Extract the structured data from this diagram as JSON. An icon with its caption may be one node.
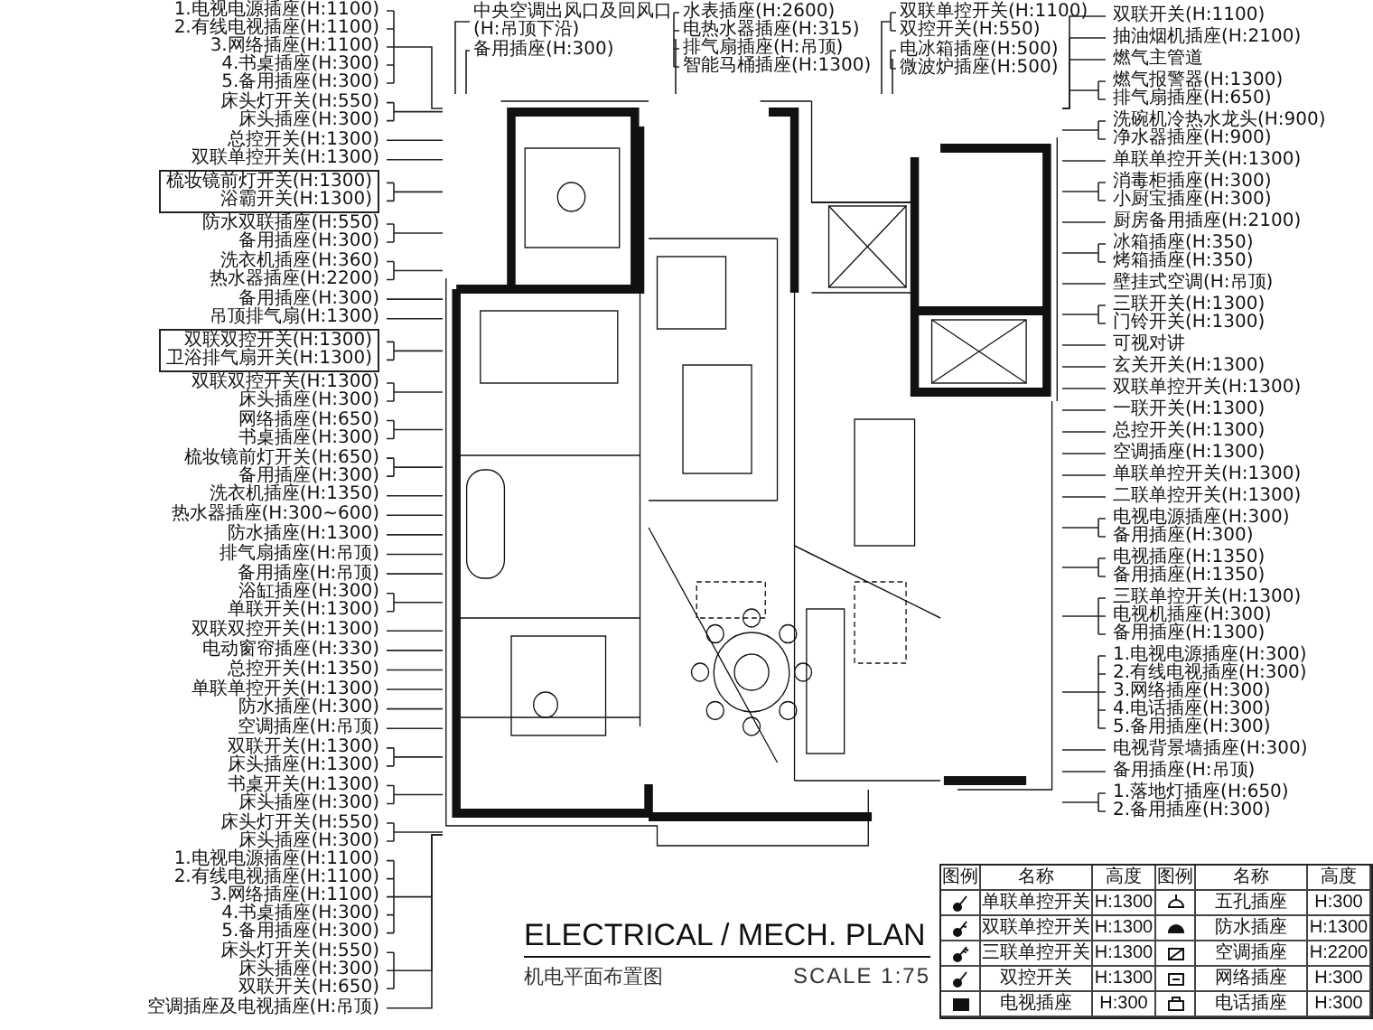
{
  "diagram": {
    "title": "ELECTRICAL / MECH. PLAN",
    "nodes": [
      {
        "text": [],
        "shape": "picture"
      },
      {
        "text": [
          "中央空调出风口及回风口(H:吊顶下沿)"
        ]
      },
      {
        "text": [
          "备用插座(H:300)"
        ]
      },
      {
        "text": [
          "水表插座(H:2600)",
          "电热水器插座(H:315)",
          "排气扇插座(H:吊顶)",
          "智能马桶插座(H:1300)"
        ]
      },
      {
        "text": [
          "双联单控开关(H:1100)",
          "双控开关(H:550)"
        ]
      },
      {
        "text": [
          "电冰箱插座(H:500)",
          "微波炉插座(H:500)"
        ]
      },
      {
        "text": [
          "1.电视电源插座(H:1100)",
          "2.有线电视插座(H:1100)",
          "3.网络插座(H:1100)",
          "4.书桌插座(H:300)",
          "5.备用插座(H:300)"
        ]
      },
      {
        "text": [
          "床头灯开关(H:550)",
          "床头插座(H:300)"
        ]
      },
      {
        "text": [
          "总控开关(H:1300)"
        ]
      },
      {
        "text": [
          "双联单控开关(H:1300)"
        ]
      },
      {
        "text": [
          "梳妆镜前灯开关(H:1300)",
          "浴霸开关(H:1300)"
        ]
      },
      {
        "text": [
          "防水双联插座(H:550)",
          "备用插座(H:300)"
        ]
      },
      {
        "text": [
          "洗衣机插座(H:360)",
          "热水器插座(H:2200)"
        ]
      },
      {
        "text": [
          "备用插座(H:300)"
        ]
      },
      {
        "text": [
          "吊顶排气扇(H:1300)"
        ]
      },
      {
        "text": [
          "双联双控开关(H:1300)",
          "卫浴排气扇开关(H:1300)"
        ]
      },
      {
        "text": [
          "双联双控开关(H:1300)",
          "床头插座(H:300)"
        ]
      },
      {
        "text": [
          "网络插座(H:650)",
          "书桌插座(H:300)"
        ]
      },
      {
        "text": [
          "梳妆镜前灯开关(H:650)",
          "备用插座(H:300)"
        ]
      },
      {
        "text": [
          "洗衣机插座(H:1350)"
        ]
      },
      {
        "text": [
          "热水器插座(H:300~600)"
        ]
      },
      {
        "text": [
          "防水插座(H:1300)"
        ]
      },
      {
        "text": [
          "排气扇插座(H:吊顶)"
        ]
      },
      {
        "text": [
          "备用插座(H:吊顶)"
        ]
      },
      {
        "text": [
          "浴缸插座(H:300)",
          "单联开关(H:1300)"
        ]
      },
      {
        "text": [
          "双联双控开关(H:1300)"
        ]
      },
      {
        "text": [
          "电动窗帘插座(H:330)"
        ]
      },
      {
        "text": [
          "总控开关(H:1350)"
        ]
      },
      {
        "text": [
          "单联单控开关(H:1300)"
        ]
      },
      {
        "text": [
          "防水插座(H:300)"
        ]
      },
      {
        "text": [
          "空调插座(H:吊顶)"
        ]
      },
      {
        "text": [
          "双联开关(H:1300)",
          "床头插座(H:1300)"
        ]
      },
      {
        "text": [
          "书桌开关(H:1300)",
          "床头插座(H:300)"
        ]
      },
      {
        "text": [
          "床头灯开关(H:550)",
          "床头插座(H:300)"
        ]
      },
      {
        "text": [
          "1.电视电源插座(H:1100)",
          "2.有线电视插座(H:1100)",
          "3.网络插座(H:1100)",
          "4.书桌插座(H:300)",
          "5.备用插座(H:300)"
        ]
      },
      {
        "text": [
          "床头灯开关(H:550)",
          "床头插座(H:300)",
          "双联开关(H:650)"
        ]
      },
      {
        "text": [
          "空调插座及电视插座(H:吊顶)"
        ]
      },
      {
        "text": [
          "双联开关(H:1100)"
        ]
      },
      {
        "text": [
          "抽油烟机插座(H:2100)"
        ]
      },
      {
        "text": [
          "燃气主管道"
        ]
      },
      {
        "text": [
          "燃气报警器(H:1300)",
          "排气扇插座(H:650)"
        ]
      },
      {
        "text": [
          "洗碗机冷热水龙头(H:900)",
          "净水器插座(H:900)"
        ]
      },
      {
        "text": [
          "单联单控开关(H:1300)"
        ]
      },
      {
        "text": [
          "消毒柜插座(H:300)",
          "小厨宝插座(H:300)"
        ]
      },
      {
        "text": [
          "厨房备用插座(H:2100)"
        ]
      },
      {
        "text": [
          "冰箱插座(H:350)",
          "烤箱插座(H:350)"
        ]
      },
      {
        "text": [
          "壁挂式空调(H:吊顶)"
        ]
      },
      {
        "text": [
          "三联开关(H:1300)",
          "门铃开关(H:1300)"
        ]
      },
      {
        "text": [
          "可视对讲"
        ]
      },
      {
        "text": [
          "玄关开关(H:1300)"
        ]
      },
      {
        "text": [
          "双联单控开关(H:1300)"
        ]
      },
      {
        "text": [
          "一联开关(H:1300)"
        ]
      },
      {
        "text": [
          "总控开关(H:1300)"
        ]
      },
      {
        "text": [
          "空调插座(H:1300)"
        ]
      },
      {
        "text": [
          "单联单控开关(H:1300)"
        ]
      },
      {
        "text": [
          "二联单控开关(H:1300)"
        ]
      },
      {
        "text": [
          "电视电源插座(H:300)",
          "备用插座(H:300)"
        ]
      },
      {
        "text": [
          "电视插座(H:1350)",
          "备用插座(H:1350)"
        ]
      },
      {
        "text": [
          "三联单控开关(H:1300)",
          "电视机插座(H:300)",
          "备用插座(H:1300)"
        ]
      },
      {
        "text": [
          "1.电视电源插座(H:300)",
          "2.有线电视插座(H:300)",
          "3.网络插座(H:300)",
          "4.电话插座(H:300)",
          "5.备用插座(H:300)"
        ]
      },
      {
        "text": [
          "电视背景墙插座(H:300)"
        ]
      },
      {
        "text": [
          "备用插座(H:吊顶)"
        ]
      },
      {
        "text": [
          "1.落地灯插座(H:650)",
          "2.备用插座(H:300)"
        ]
      }
    ],
    "edges": [
      {
        "from": 1,
        "to": 0,
        "arrow": "none"
      },
      {
        "from": 2,
        "to": 0,
        "arrow": "none"
      },
      {
        "from": 3,
        "to": 0,
        "arrow": "none"
      },
      {
        "from": 4,
        "to": 0,
        "arrow": "none"
      },
      {
        "from": 5,
        "to": 0,
        "arrow": "none"
      },
      {
        "from": 6,
        "to": 0,
        "arrow": "none"
      },
      {
        "from": 7,
        "to": 0,
        "arrow": "none"
      },
      {
        "from": 8,
        "to": 0,
        "arrow": "none"
      },
      {
        "from": 9,
        "to": 0,
        "arrow": "none"
      },
      {
        "from": 10,
        "to": 0,
        "arrow": "none"
      },
      {
        "from": 11,
        "to": 0,
        "arrow": "none"
      },
      {
        "from": 12,
        "to": 0,
        "arrow": "none"
      },
      {
        "from": 13,
        "to": 0,
        "arrow": "none"
      },
      {
        "from": 14,
        "to": 0,
        "arrow": "none"
      },
      {
        "from": 15,
        "to": 0,
        "arrow": "none"
      },
      {
        "from": 16,
        "to": 0,
        "arrow": "none"
      },
      {
        "from": 17,
        "to": 0,
        "arrow": "none"
      },
      {
        "from": 18,
        "to": 0,
        "arrow": "none"
      },
      {
        "from": 19,
        "to": 0,
        "arrow": "none"
      },
      {
        "from": 20,
        "to": 0,
        "arrow": "none"
      },
      {
        "from": 21,
        "to": 0,
        "arrow": "none"
      },
      {
        "from": 22,
        "to": 0,
        "arrow": "none"
      },
      {
        "from": 23,
        "to": 0,
        "arrow": "none"
      },
      {
        "from": 24,
        "to": 0,
        "arrow": "none"
      },
      {
        "from": 25,
        "to": 0,
        "arrow": "none"
      },
      {
        "from": 26,
        "to": 0,
        "arrow": "none"
      },
      {
        "from": 27,
        "to": 0,
        "arrow": "none"
      },
      {
        "from": 28,
        "to": 0,
        "arrow": "none"
      },
      {
        "from": 29,
        "to": 0,
        "arrow": "none"
      },
      {
        "from": 30,
        "to": 0,
        "arrow": "none"
      },
      {
        "from": 31,
        "to": 0,
        "arrow": "none"
      },
      {
        "from": 32,
        "to": 0,
        "arrow": "none"
      },
      {
        "from": 33,
        "to": 0,
        "arrow": "none"
      },
      {
        "from": 34,
        "to": 0,
        "arrow": "none"
      },
      {
        "from": 35,
        "to": 0,
        "arrow": "none"
      },
      {
        "from": 36,
        "to": 0,
        "arrow": "none"
      },
      {
        "from": 37,
        "to": 0,
        "arrow": "none"
      },
      {
        "from": 38,
        "to": 0,
        "arrow": "none"
      },
      {
        "from": 39,
        "to": 0,
        "arrow": "none"
      },
      {
        "from": 40,
        "to": 0,
        "arrow": "none"
      },
      {
        "from": 41,
        "to": 0,
        "arrow": "none"
      },
      {
        "from": 42,
        "to": 0,
        "arrow": "none"
      },
      {
        "from": 43,
        "to": 0,
        "arrow": "none"
      },
      {
        "from": 44,
        "to": 0,
        "arrow": "none"
      },
      {
        "from": 45,
        "to": 0,
        "arrow": "none"
      },
      {
        "from": 46,
        "to": 0,
        "arrow": "none"
      },
      {
        "from": 47,
        "to": 0,
        "arrow": "none"
      },
      {
        "from": 48,
        "to": 0,
        "arrow": "none"
      },
      {
        "from": 49,
        "to": 0,
        "arrow": "none"
      },
      {
        "from": 50,
        "to": 0,
        "arrow": "none"
      },
      {
        "from": 51,
        "to": 0,
        "arrow": "none"
      },
      {
        "from": 52,
        "to": 0,
        "arrow": "none"
      },
      {
        "from": 53,
        "to": 0,
        "arrow": "none"
      },
      {
        "from": 54,
        "to": 0,
        "arrow": "none"
      },
      {
        "from": 55,
        "to": 0,
        "arrow": "none"
      },
      {
        "from": 56,
        "to": 0,
        "arrow": "none"
      },
      {
        "from": 57,
        "to": 0,
        "arrow": "none"
      },
      {
        "from": 58,
        "to": 0,
        "arrow": "none"
      },
      {
        "from": 59,
        "to": 0,
        "arrow": "none"
      },
      {
        "from": 60,
        "to": 0,
        "arrow": "none"
      },
      {
        "from": 61,
        "to": 0,
        "arrow": "none"
      },
      {
        "from": 62,
        "to": 0,
        "arrow": "none"
      }
    ],
    "labels": [
      "机电平面布置图",
      "SCALE 1:75",
      "图例",
      "名称",
      "高度",
      "图例",
      "名称",
      "高度",
      "单联单控开关",
      "H:1300",
      "五孔插座",
      "H:300",
      "双联单控开关",
      "H:1300",
      "防水插座",
      "H:1300",
      "三联单控开关",
      "H:1300",
      "空调插座",
      "H:2200",
      "双控开关",
      "H:1300",
      "网络插座",
      "H:300",
      "电视插座",
      "H:300",
      "电话插座",
      "H:300"
    ]
  }
}
